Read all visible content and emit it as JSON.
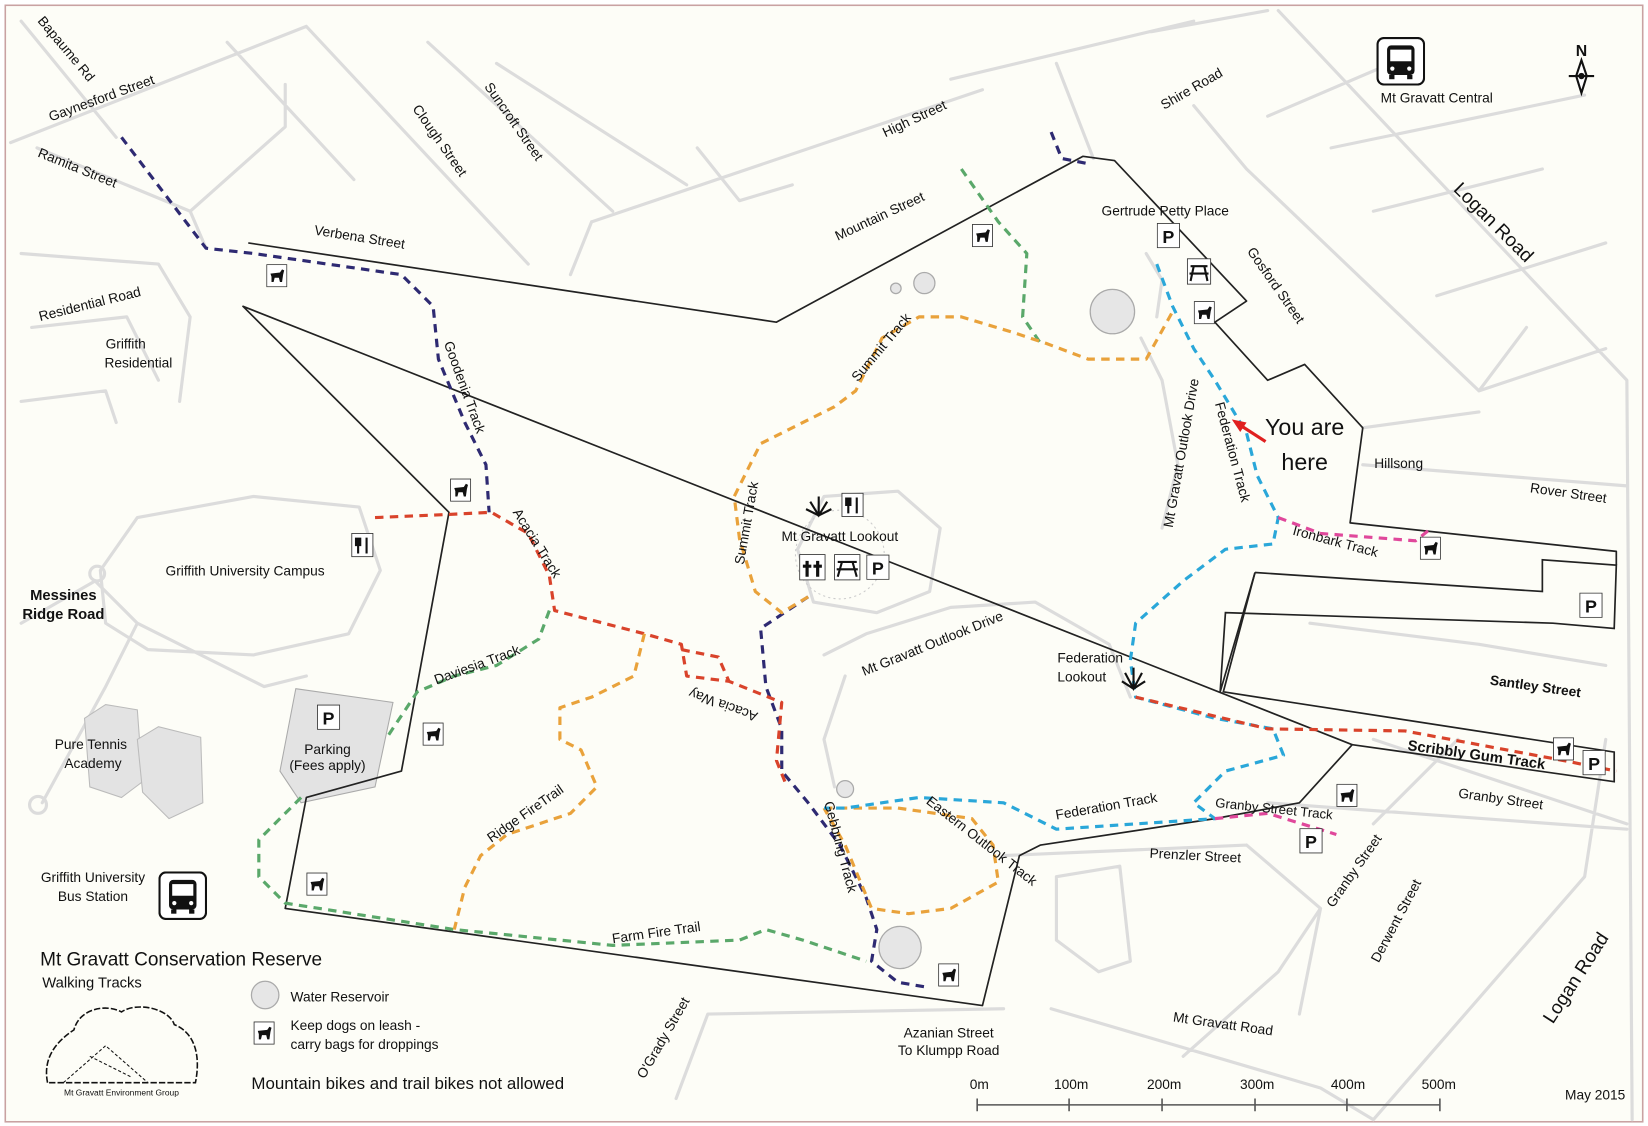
{
  "map_title": "Mt Gravatt Conservation Reserve",
  "map_subtitle": "Walking Tracks",
  "streets": {
    "bapaume": "Bapaume Rd",
    "gaynesford": "Gaynesford Street",
    "ramita": "Ramita Street",
    "verbena": "Verbena Street",
    "residential": "Residential Road",
    "clough": "Clough Street",
    "suncroft": "Suncroft Street",
    "high": "High Street",
    "shire": "Shire Road",
    "mountain": "Mountain Street",
    "gosford": "Gosford Street",
    "logan_top": "Logan Road",
    "rover": "Rover Street",
    "santley": "Santley Street",
    "granby": "Granby Street",
    "granby2": "Granby Street",
    "derwent": "Derwent Street",
    "logan_bottom": "Logan Road",
    "prenzler": "Prenzler Street",
    "mt_gravatt_road": "Mt Gravatt Road",
    "ogrady": "O'Grady Street",
    "outlook_drive_1": "Mt Gravatt Outlook Drive",
    "outlook_drive_2": "Mt Gravatt Outlook Drive",
    "azanian_1": "Azanian Street",
    "azanian_2": "To Klumpp Road",
    "messines_1": "Messines",
    "messines_2": "Ridge Road"
  },
  "tracks": {
    "goodenia": "Goodenia Track",
    "acacia_track": "Acacia Track",
    "acacia_way": "Acacia Way",
    "daviesia": "Daviesia Track",
    "summit_1": "Summit Track",
    "summit_2": "Summit Track",
    "ridge": "Ridge FireTrail",
    "farm": "Farm Fire Trail",
    "gebbung": "Gebbung Track",
    "eastern": "Eastern Outlook Track",
    "federation_1": "Federation Track",
    "federation_2": "Federation Track",
    "ironbark": "Ironbark Track",
    "granby_track": "Granby Street Track",
    "scribbly": "Scribbly Gum Track"
  },
  "places": {
    "gertrude": "Gertrude Petty Place",
    "mt_gravatt_central": "Mt Gravatt Central",
    "griffith_res_1": "Griffith",
    "griffith_res_2": "Residential",
    "griffith_campus": "Griffith University Campus",
    "tennis_1": "Pure Tennis",
    "tennis_2": "Academy",
    "parking_1": "Parking",
    "parking_2": "(Fees apply)",
    "bus_station_1": "Griffith University",
    "bus_station_2": "Bus Station",
    "lookout": "Mt Gravatt Lookout",
    "federation_lookout_1": "Federation",
    "federation_lookout_2": "Lookout",
    "hillsong": "Hillsong"
  },
  "you_are_here": {
    "line1": "You are",
    "line2": "here",
    "arrow_color": "#e02020"
  },
  "parking_symbol": "P",
  "north_label": "N",
  "legend": {
    "water_reservoir": "Water Reservoir",
    "dogs_1": "Keep dogs on leash -",
    "dogs_2": "carry bags for droppings",
    "bikes": "Mountain bikes and trail bikes not allowed",
    "logo_text": "Mt Gravatt Environment Group"
  },
  "scale": [
    "0m",
    "100m",
    "200m",
    "300m",
    "400m",
    "500m"
  ],
  "date": "May 2015",
  "colors": {
    "purple_track": "#2e2a72",
    "red_track": "#d9432b",
    "green_track": "#5aa86a",
    "orange_track": "#e9a23b",
    "blue_track": "#2aa7d9",
    "pink_track": "#e0489b",
    "background": "#fdfdf7"
  }
}
